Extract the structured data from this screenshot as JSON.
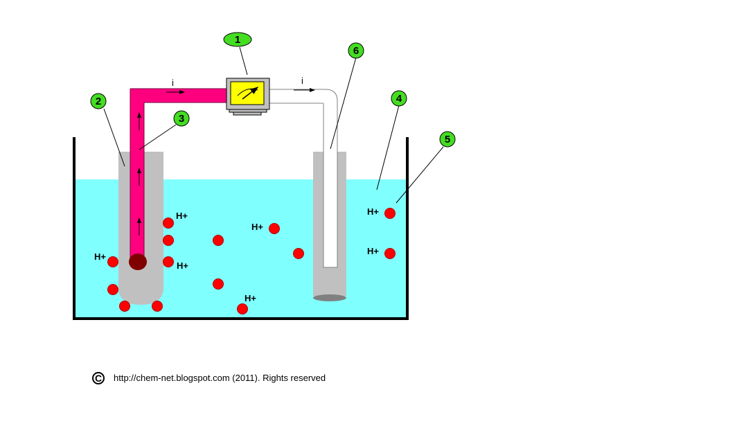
{
  "diagram": {
    "callouts": [
      "1",
      "2",
      "3",
      "4",
      "5",
      "6"
    ],
    "ion_label": "H+",
    "current_label": "i",
    "copyright_symbol": "C",
    "copyright_text": "http://chem-net.blogspot.com (2011). Rights reserved"
  },
  "colors": {
    "solution": "#80ffff",
    "tube": "#c0c0c0",
    "wire": "#ff007f",
    "ion": "#ff0000",
    "callout_fill": "#44dd22",
    "meter_screen": "#ffff00",
    "bulb": "#800000"
  },
  "icons": [
    "voltmeter-icon",
    "copyright-icon"
  ]
}
